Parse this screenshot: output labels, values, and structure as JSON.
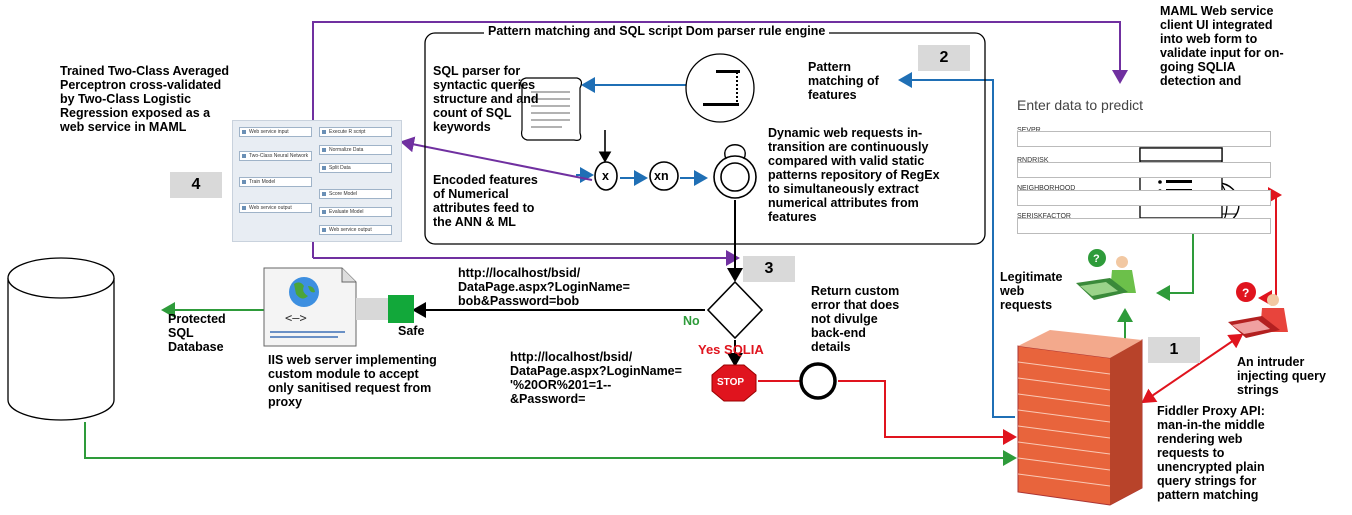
{
  "title": "Pattern matching and SQL script Dom parser  rule engine",
  "badges": {
    "b1": "1",
    "b2": "2",
    "b3": "3",
    "b4": "4"
  },
  "labels": {
    "maml_client": "MAML Web service\nclient UI integrated\ninto web form to\nvalidate input for on-\ngoing SQLIA\ndetection and",
    "trained_model": "Trained Two-Class Averaged\nPerceptron cross-validated\nby Two-Class Logistic\nRegression exposed as a\nweb service in MAML",
    "sql_parser": "SQL parser for\nsyntactic queries\nstructure and  and\ncount of SQL\nkeywords",
    "pattern_matching": "Pattern\nmatching of\nfeatures",
    "dynamic_requests": "Dynamic web requests in-\ntransition are continuously\ncompared with valid static\npatterns repository of RegEx\nto simultaneously extract\nnumerical attributes from\nfeatures",
    "encoded_features": "Encoded features\nof Numerical\nattributes feed to\nthe ANN & ML",
    "node_x": "x",
    "node_xn": "xn",
    "url_safe": "http://localhost/bsid/\nDataPage.aspx?LoginName=\nbob&Password=bob",
    "url_attack": "http://localhost/bsid/\nDataPage.aspx?LoginName=\n'%20OR%201=1--\n&Password=",
    "no": "No",
    "yes": "Yes SQLIA",
    "stop": "STOP",
    "safe": "Safe",
    "return_error": "Return custom\nerror that does\nnot divulge\nback-end\ndetails",
    "legitimate": "Legitimate\nweb\nrequests",
    "intruder": "An intruder\ninjecting query\nstrings",
    "fiddler": "Fiddler Proxy API:\nman-in-the middle\nrendering web\nrequests to\nunencrypted plain\nquery strings for\npattern matching",
    "protected_db": "Protected\nSQL\nDatabase",
    "iis": "IIS web server implementing\ncustom module to accept\nonly sanitised request from\nproxy"
  },
  "form": {
    "heading": "Enter data to predict",
    "fields": [
      "SEVPR",
      "RNDRISK",
      "NEIGHBORHOOD",
      "SERISKFACTOR"
    ]
  },
  "workflow": {
    "modules": [
      "Web service input",
      "Execute R script",
      "Two-Class Neural Network",
      "Normalize Data",
      "Split Data",
      "Train Model",
      "Score Model",
      "Evaluate Model",
      "Web service output",
      "Web service output"
    ]
  },
  "colors": {
    "purple": "#7030a0",
    "blue": "#1f6fb5",
    "green": "#2e9b3a",
    "red": "#e0141e",
    "black": "#000000",
    "brick": "#e8643c"
  }
}
